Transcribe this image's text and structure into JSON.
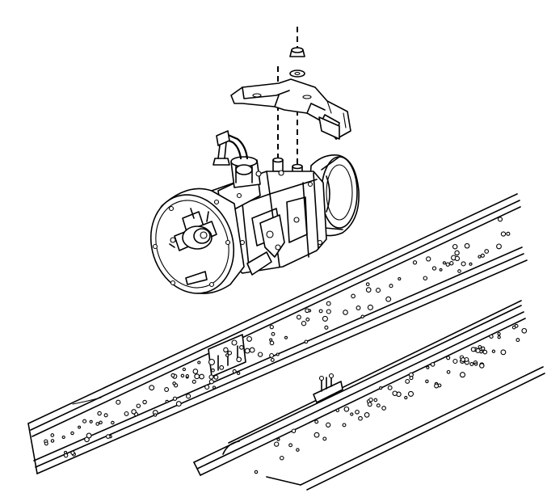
{
  "figure": {
    "components": [
      {
        "id": "upper-frame-rail",
        "kind": "frame-rail"
      },
      {
        "id": "lower-frame-rail",
        "kind": "frame-rail"
      },
      {
        "id": "transmission",
        "kind": "transmission"
      },
      {
        "id": "mount-bracket",
        "kind": "bracket"
      },
      {
        "id": "fasteners",
        "kind": "bolts-and-nuts"
      }
    ],
    "colors": {
      "line": "#000000",
      "background": "#ffffff"
    }
  }
}
